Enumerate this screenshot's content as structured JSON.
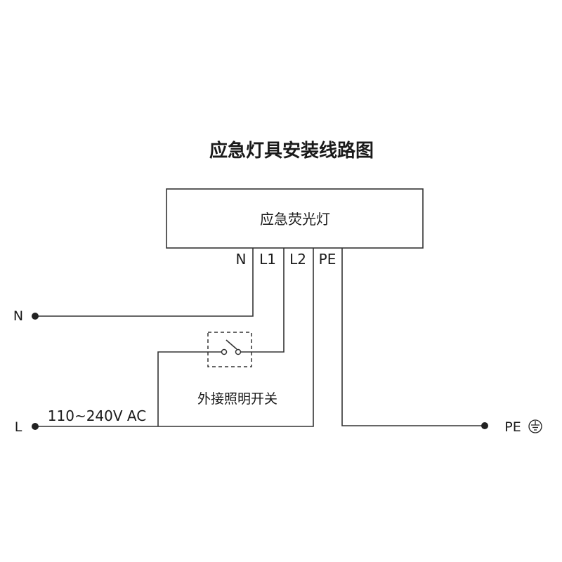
{
  "title": "应急灯具安装线路图",
  "fixture": {
    "label": "应急荧光灯"
  },
  "terminals": [
    "N",
    "L1",
    "L2",
    "PE"
  ],
  "switch": {
    "label": "外接照明开关"
  },
  "supply": {
    "n_label": "N",
    "l_label": "L",
    "voltage": "110~240V AC",
    "pe_label": "PE"
  },
  "icons": {
    "switch": "switch-icon",
    "earth": "ground-icon"
  },
  "colors": {
    "line": "#333333",
    "text": "#1a1a1a"
  }
}
